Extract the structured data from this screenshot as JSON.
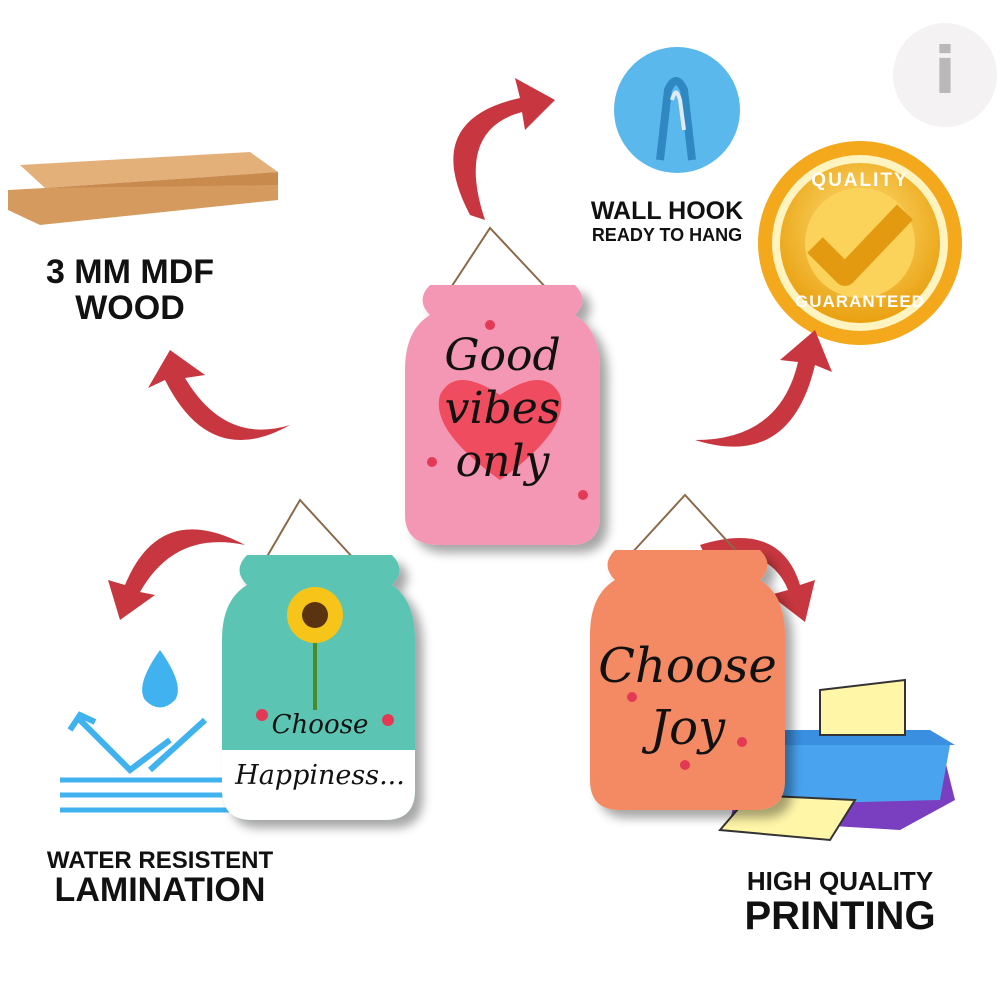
{
  "colors": {
    "arrow": "#c8373f",
    "pink": "#f497b5",
    "teal": "#5bc4b2",
    "orange": "#f38a63",
    "gold": "#f5b824",
    "hook": "#5ab8ec"
  },
  "logo": {
    "letter": "i"
  },
  "wood": {
    "line1": "3 MM MDF",
    "line2": "WOOD"
  },
  "hook": {
    "title": "WALL HOOK",
    "subtitle": "READY TO HANG"
  },
  "badge": {
    "top": "QUALITY",
    "bottom": "GUARANTEED"
  },
  "water": {
    "line1": "WATER RESISTENT",
    "line2": "LAMINATION"
  },
  "printing": {
    "line1": "HIGH QUALITY",
    "line2": "PRINTING"
  },
  "products": [
    {
      "lines": [
        "Good",
        "vibes",
        "only"
      ]
    },
    {
      "lines": [
        "Choose",
        "Happiness..."
      ]
    },
    {
      "lines": [
        "Choose",
        "Joy"
      ]
    }
  ]
}
